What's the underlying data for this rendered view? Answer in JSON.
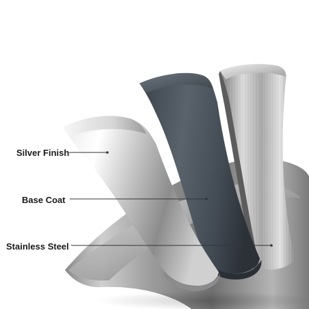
{
  "layers": [
    {
      "id": "silver",
      "label": "Silver Finish"
    },
    {
      "id": "base",
      "label": "Base Coat"
    },
    {
      "id": "steel",
      "label": "Stainless Steel"
    }
  ],
  "colors": {
    "silver_light": "#f2f2f2",
    "silver_mid": "#b8b8b8",
    "silver_dark": "#5e5e5e",
    "base_coat": "#4a525b",
    "base_coat_dark": "#2c3138",
    "steel_light": "#d8d8d8",
    "steel_dark": "#6a6a6a",
    "leader_line": "#333333",
    "label_text": "#1a1a1a"
  }
}
